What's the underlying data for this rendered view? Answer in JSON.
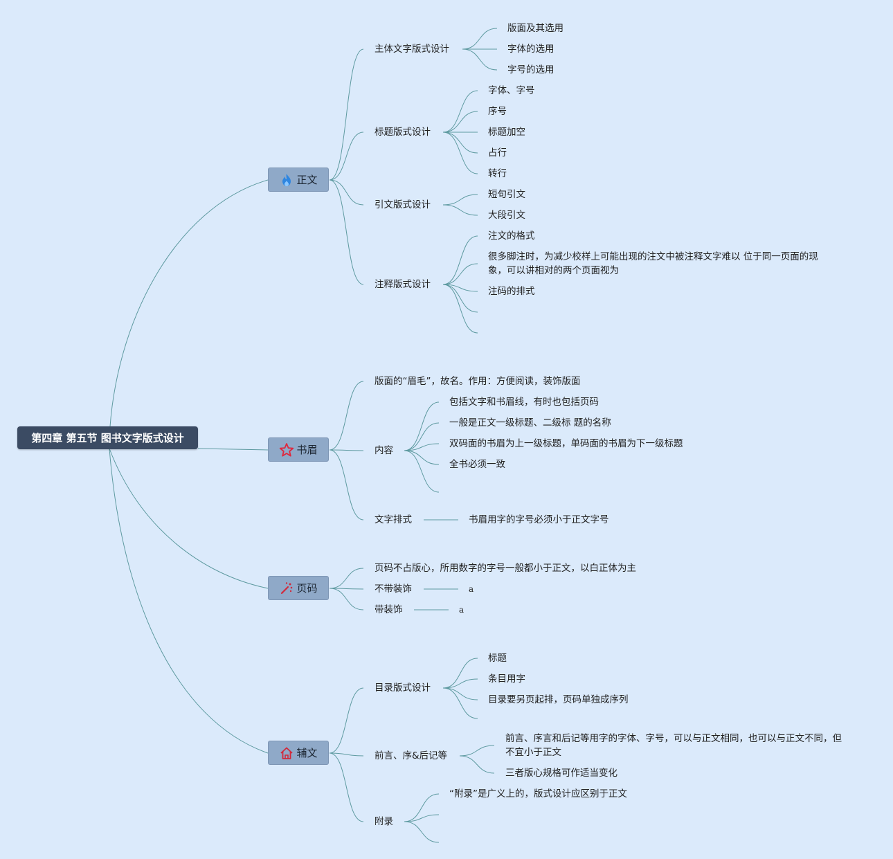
{
  "title": "第四章 第五节 图书文字版式设计",
  "branches": {
    "zhengwen": {
      "label": "正文",
      "icon": "flame-icon",
      "c1": {
        "label": "主体文字版式设计",
        "items": [
          "版面及其选用",
          "字体的选用",
          "字号的选用"
        ]
      },
      "c2": {
        "label": "标题版式设计",
        "items": [
          "字体、字号",
          "序号",
          "标题加空",
          "占行",
          "转行"
        ]
      },
      "c3": {
        "label": "引文版式设计",
        "items": [
          "短句引文",
          "大段引文"
        ]
      },
      "c4": {
        "label": "注释版式设计",
        "items": [
          "注文的格式",
          "很多脚注时，为减少校样上可能出现的注文中被注释文字难以 位于同一页面的现象，可以讲相对的两个页面视为",
          "注码的排式"
        ]
      }
    },
    "shumei": {
      "label": "书眉",
      "icon": "star-icon",
      "c1": {
        "label": "版面的“眉毛”，故名。作用：方便阅读，装饰版面"
      },
      "c2": {
        "label": "内容",
        "items": [
          "包括文字和书眉线，有时也包括页码",
          "一般是正文一级标题、二级标 题的名称",
          "双码面的书眉为上一级标题，单码面的书眉为下一级标题",
          "全书必须一致"
        ]
      },
      "c3": {
        "label": "文字排式",
        "items": [
          "书眉用字的字号必须小于正文字号"
        ]
      }
    },
    "yema": {
      "label": "页码",
      "icon": "magic-wand-icon",
      "c1": {
        "label": "页码不占版心，所用数字的字号一般都小于正文，以白正体为主"
      },
      "c2": {
        "label": "不带装饰",
        "items": [
          "a"
        ]
      },
      "c3": {
        "label": "带装饰",
        "items": [
          "a"
        ]
      }
    },
    "fuwen": {
      "label": "辅文",
      "icon": "home-icon",
      "c1": {
        "label": "目录版式设计",
        "items": [
          "标题",
          "条目用字",
          "目录要另页起排，页码单独成序列"
        ]
      },
      "c2": {
        "label": "前言、序&后记等",
        "items": [
          "前言、序言和后记等用字的字体、字号，可以与正文相同，也可以与正文不同，但不宜小于正文",
          "三者版心规格可作适当变化"
        ]
      },
      "c3": {
        "label": "附录",
        "items": [
          "“附录”是广义上的，版式设计应区别于正文"
        ]
      }
    }
  },
  "colors": {
    "background": "#dbeafb",
    "root": "#3b4b63",
    "main_node": "#8fa9c8",
    "line": "#5e9aa0"
  }
}
